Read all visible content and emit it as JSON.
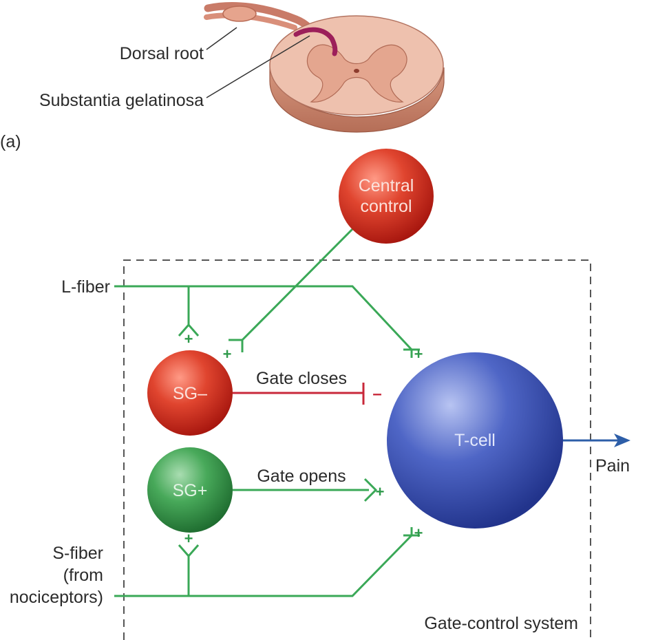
{
  "panel_a": {
    "panel_label": "(a)",
    "dorsal_root_label": "Dorsal root",
    "substantia_label": "Substantia gelatinosa"
  },
  "diagram": {
    "central_control": "Central\ncontrol",
    "sg_minus": "SG–",
    "sg_plus": "SG+",
    "t_cell": "T-cell",
    "l_fiber": "L-fiber",
    "s_fiber": "S-fiber\n(from\nnociceptors)",
    "gate_closes": "Gate closes",
    "gate_opens": "Gate opens",
    "pain": "Pain",
    "system_label": "Gate-control system",
    "plus_sign": "+",
    "minus_sign": "–"
  },
  "colors": {
    "excitatory_fiber": "#3aa857",
    "inhibitory_connection": "#c8283a",
    "output_arrow": "#2d5ea8",
    "sg_minus_fill": "#d93b2b",
    "sg_plus_fill": "#3e9c4e",
    "t_cell_fill": "#3f55b8",
    "central_control_fill": "#d93b2b"
  }
}
